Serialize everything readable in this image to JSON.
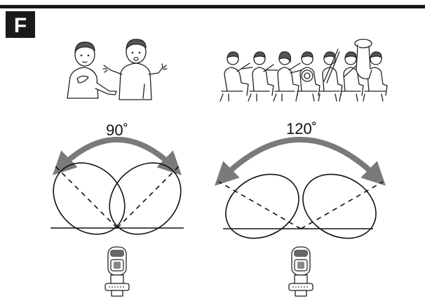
{
  "section": {
    "letter": "F",
    "accent": "#1a1a1a"
  },
  "panels": [
    {
      "scene": "two-people-talking",
      "angle_label": "90˚",
      "arrow_color": "#7a7a7a"
    },
    {
      "scene": "orchestra-ensemble",
      "angle_label": "120˚",
      "arrow_color": "#7a7a7a"
    }
  ],
  "icons": [
    "microphone-icon",
    "people-icon",
    "orchestra-icon",
    "double-arrow-icon"
  ]
}
